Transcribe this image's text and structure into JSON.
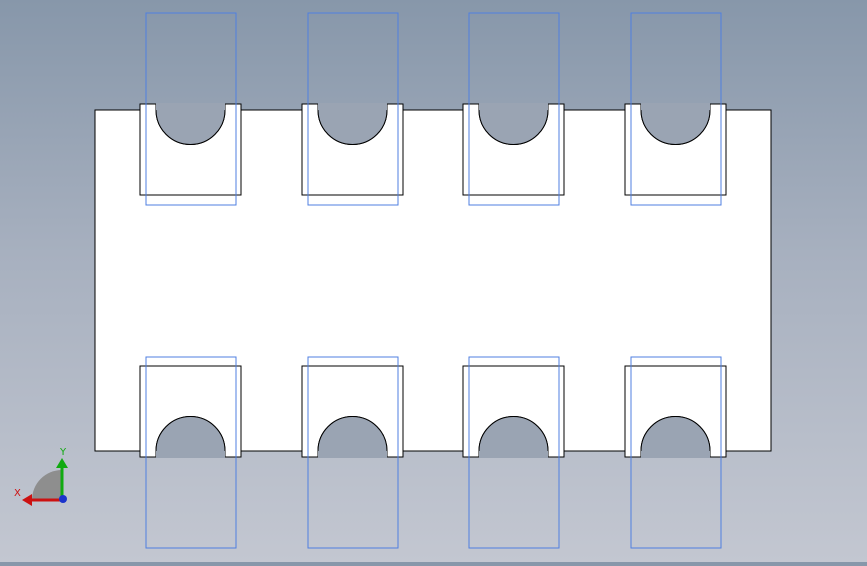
{
  "viewport": {
    "background_top": "#8797aa",
    "background_bottom": "#c3c7d1"
  },
  "model": {
    "body_fill": "#ffffff",
    "edge_color": "#000000",
    "hidden_line_color": "#4f7fe0",
    "hole_fill": "#9aa4b3",
    "pin_count_per_row": 4,
    "rows": [
      "top",
      "bottom"
    ]
  },
  "triad": {
    "x_label": "X",
    "y_label": "Y",
    "x_color": "#cc1111",
    "y_color": "#11aa11",
    "z_color": "#1a33cc",
    "quadrant_color": "#8e8e8e"
  }
}
